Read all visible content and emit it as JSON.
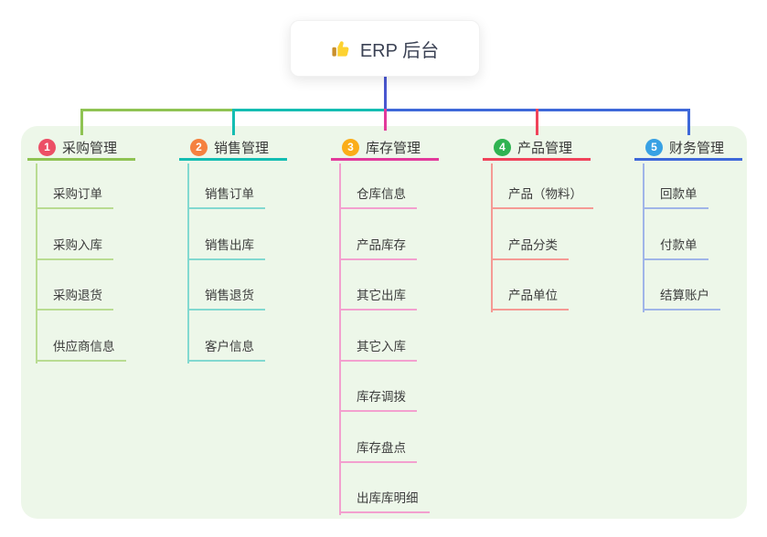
{
  "root": {
    "title": "ERP 后台",
    "icon": "thumbs-up-icon"
  },
  "colors": {
    "stem": "#4a57d0",
    "panel_bg": "#edf7e9"
  },
  "branches": [
    {
      "number": "1",
      "label": "采购管理",
      "badge_color": "#ec4f66",
      "color": "#8fc353",
      "light_color": "#b9dc92",
      "children": [
        "采购订单",
        "采购入库",
        "采购退货",
        "供应商信息"
      ]
    },
    {
      "number": "2",
      "label": "销售管理",
      "badge_color": "#f5813f",
      "color": "#14bdb2",
      "light_color": "#82d9d0",
      "children": [
        "销售订单",
        "销售出库",
        "销售退货",
        "客户信息"
      ]
    },
    {
      "number": "3",
      "label": "库存管理",
      "badge_color": "#fbad18",
      "color": "#e23a9b",
      "light_color": "#f3a0cf",
      "children": [
        "仓库信息",
        "产品库存",
        "其它出库",
        "其它入库",
        "库存调拨",
        "库存盘点",
        "出库库明细"
      ]
    },
    {
      "number": "4",
      "label": "产品管理",
      "badge_color": "#2fb351",
      "color": "#f0435a",
      "light_color": "#f59a94",
      "children": [
        "产品（物料）",
        "产品分类",
        "产品单位"
      ]
    },
    {
      "number": "5",
      "label": "财务管理",
      "badge_color": "#38a1e4",
      "color": "#3e68d9",
      "light_color": "#a0b5e8",
      "children": [
        "回款单",
        "付款单",
        "结算账户"
      ]
    }
  ]
}
